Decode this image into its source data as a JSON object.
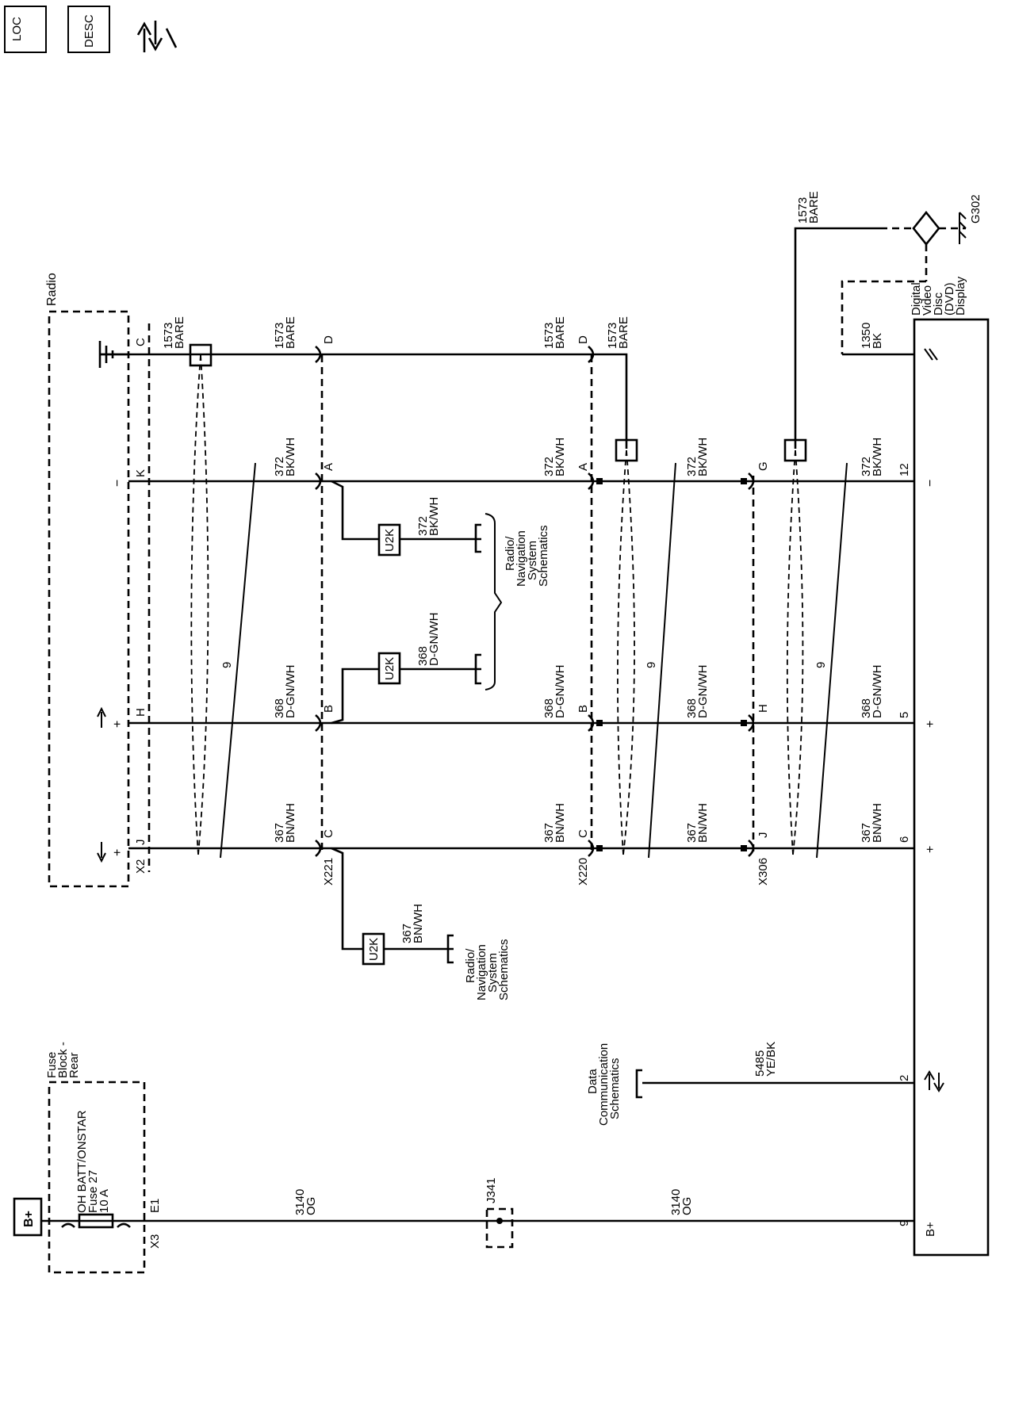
{
  "header_icons": {
    "loc": "LOC",
    "desc": "DESC",
    "updown_icon": "up-down-arrow-wrench-icon"
  },
  "components": {
    "radio": "Radio",
    "dvd": [
      "Digital",
      "Video",
      "Disc",
      "(DVD)",
      "Display"
    ],
    "fuse_block": [
      "Fuse",
      "Block -",
      "Rear"
    ],
    "fuse": [
      "OH BATT/ONSTAR",
      "Fuse 27",
      "10 A"
    ],
    "battery": "B+",
    "ground": "G302",
    "radio_nav": [
      "Radio/",
      "Navigation",
      "System",
      "Schematics"
    ],
    "data_comm": [
      "Data",
      "Communication",
      "Schematics"
    ],
    "u2k": "U2K"
  },
  "connectors": {
    "x2": "X2",
    "x221": "X221",
    "x220": "X220",
    "x306": "X306",
    "x3": "X3",
    "e1": "E1",
    "j341": "J341"
  },
  "pins": {
    "radio": [
      "C",
      "K",
      "H",
      "J"
    ],
    "x221": [
      "D",
      "A",
      "B",
      "C"
    ],
    "x220": [
      "D",
      "A",
      "B",
      "C"
    ],
    "x306": [
      "G",
      "H",
      "J"
    ],
    "dvd": [
      "12",
      "5",
      "6",
      "2",
      "9"
    ]
  },
  "wires": {
    "drain": [
      "1573",
      "BARE"
    ],
    "w372": [
      "372",
      "BK/WH"
    ],
    "w368": [
      "368",
      "D-GN/WH"
    ],
    "w367": [
      "367",
      "BN/WH"
    ],
    "w1350": [
      "1350",
      "BK"
    ],
    "w5485": [
      "5485",
      "YE/BK"
    ],
    "w3140": [
      "3140",
      "OG"
    ],
    "twist_count": "9"
  },
  "signs": {
    "minus": "−",
    "plus": "+",
    "b_plus": "B+"
  }
}
